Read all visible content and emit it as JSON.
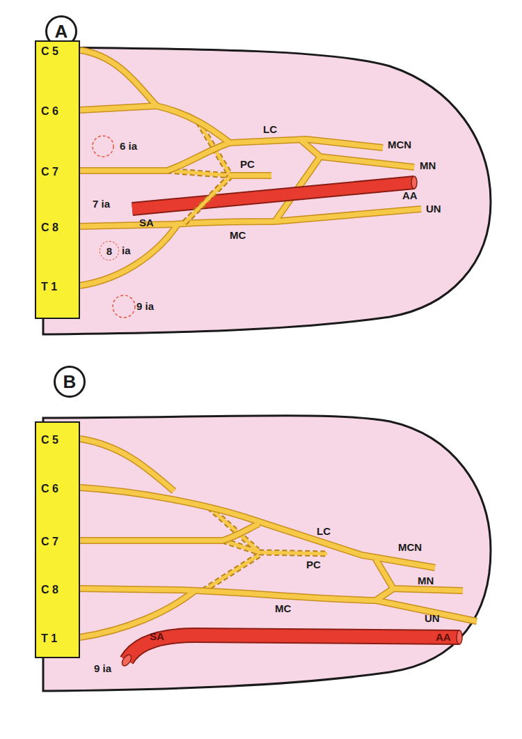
{
  "diagram": {
    "nodes": [
      {
        "text": [
          "A"
        ]
      },
      {
        "text": [
          "C 5",
          "C 6",
          "C 7",
          "C 8",
          "T 1"
        ]
      },
      {
        "text": [
          "8"
        ]
      },
      {
        "text": [
          "B"
        ]
      },
      {
        "text": [
          "C 5",
          "C 6",
          "C 7",
          "C 8",
          "T 1"
        ]
      }
    ],
    "labels": [
      "6 ia",
      "LC",
      "MCN",
      "PC",
      "MN",
      "7 ia",
      "AA",
      "UN",
      "SA",
      "MC",
      "ia",
      "9 ia",
      "LC",
      "MCN",
      "PC",
      "MN",
      "MC",
      "UN",
      "AA",
      "SA",
      "9 ia"
    ]
  }
}
